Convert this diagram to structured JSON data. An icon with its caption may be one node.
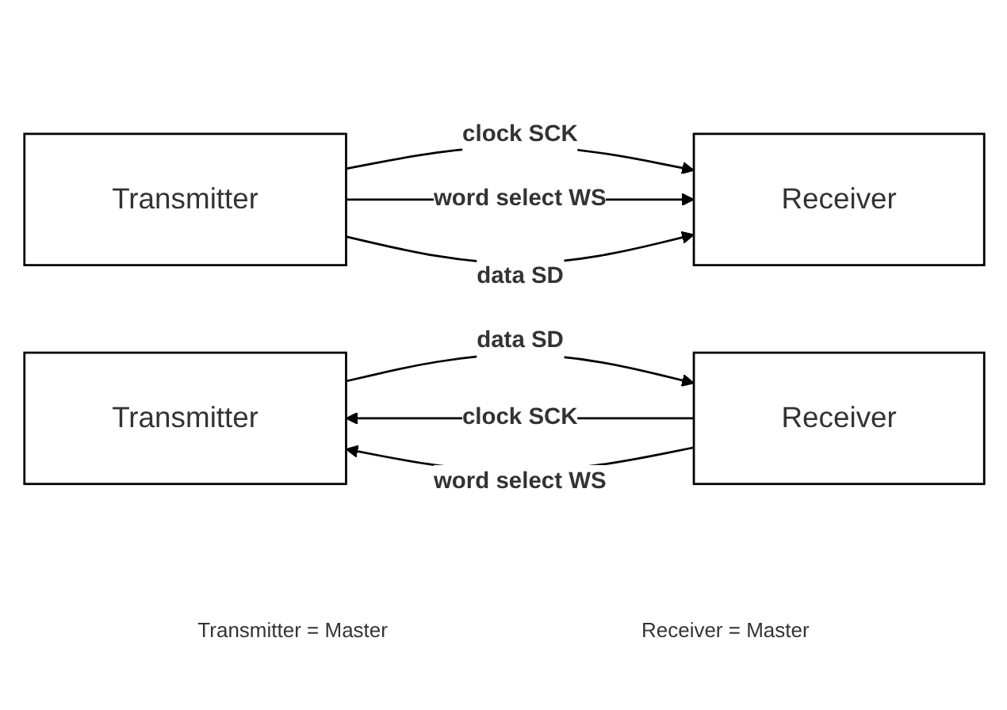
{
  "diagram": {
    "nodes": [
      {
        "text": [
          "Transmitter"
        ]
      },
      {
        "text": [
          "Receiver"
        ]
      },
      {
        "text": [
          "Transmitter"
        ]
      },
      {
        "text": [
          "Receiver"
        ]
      }
    ],
    "edges": [
      {
        "from": 0,
        "to": 1,
        "arrow": "to",
        "label": "clock SCK"
      },
      {
        "from": 0,
        "to": 1,
        "arrow": "to",
        "label": "word select WS"
      },
      {
        "from": 0,
        "to": 1,
        "arrow": "to",
        "label": "data SD"
      },
      {
        "from": 3,
        "to": 2,
        "arrow": "to",
        "label": "clock SCK"
      },
      {
        "from": 3,
        "to": 2,
        "arrow": "to",
        "label": "word select WS"
      },
      {
        "from": 2,
        "to": 3,
        "arrow": "to",
        "label": "data SD"
      }
    ],
    "labels": [
      "Transmitter = Master",
      "Receiver = Master"
    ]
  }
}
